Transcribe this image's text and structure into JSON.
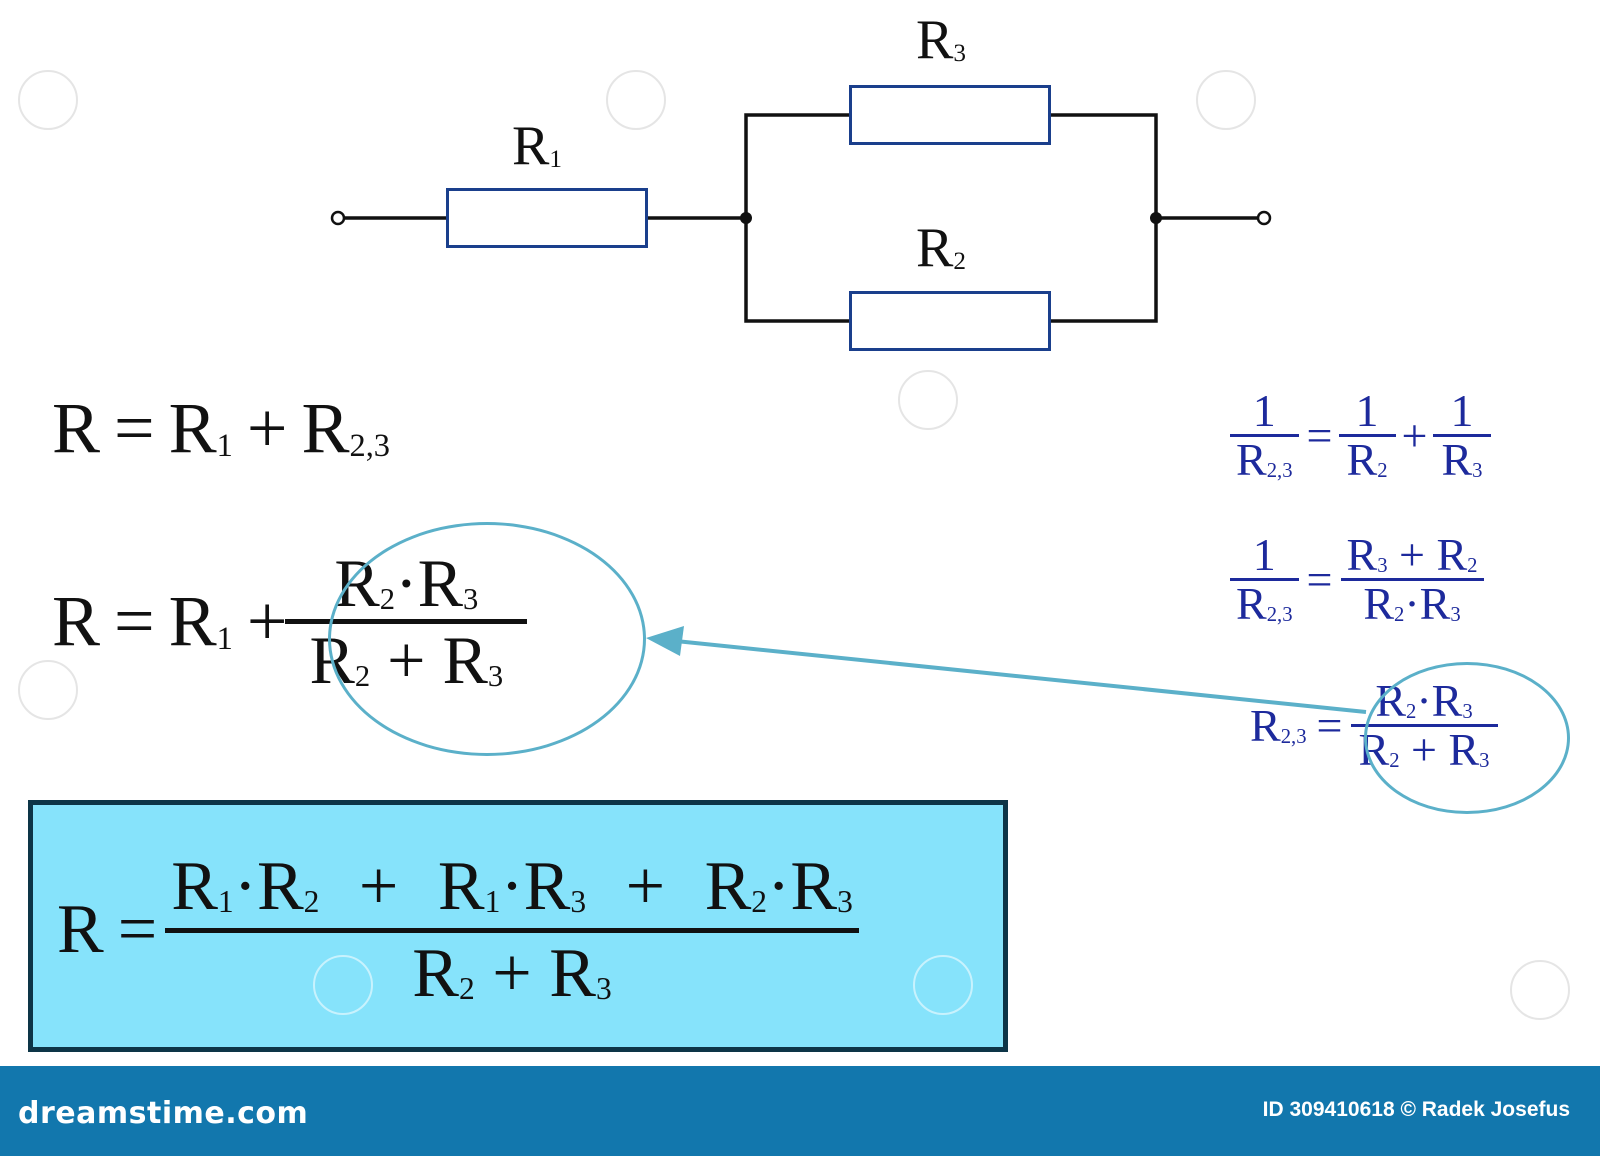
{
  "colors": {
    "wire": "#111111",
    "resistor_border": "#1a3f8c",
    "derivation_text": "#1d2a9c",
    "highlight_ellipse": "#5bb0c9",
    "result_box_fill": "#86e3fb",
    "footer": "#1277ad"
  },
  "circuit": {
    "r1": {
      "name": "R",
      "sub": "1"
    },
    "r2": {
      "name": "R",
      "sub": "2"
    },
    "r3": {
      "name": "R",
      "sub": "3"
    }
  },
  "eq1": {
    "lhs": "R",
    "eq": "=",
    "t1": "R",
    "t1_sub": "1",
    "plus": "+",
    "t2": "R",
    "t2_sub": "2,3"
  },
  "eq2": {
    "lhs": "R",
    "eq": "=",
    "t1": "R",
    "t1_sub": "1",
    "plus": "+",
    "num_a": "R",
    "num_a_sub": "2",
    "dot": "·",
    "num_b": "R",
    "num_b_sub": "3",
    "den_a": "R",
    "den_a_sub": "2",
    "den_plus": "+",
    "den_b": "R",
    "den_b_sub": "3"
  },
  "derivation": {
    "one": "1",
    "eq": "=",
    "plus": "+",
    "dot": "·",
    "r": "R",
    "sub_23": "2,3",
    "sub_2": "2",
    "sub_3": "3"
  },
  "result": {
    "lhs": "R",
    "eq": "=",
    "plus": "+",
    "dot": "·",
    "r": "R",
    "s1": "1",
    "s2": "2",
    "s3": "3"
  },
  "footer": {
    "brand": "dreamstime.com",
    "credit": "ID 309410618 © Radek Josefus"
  }
}
